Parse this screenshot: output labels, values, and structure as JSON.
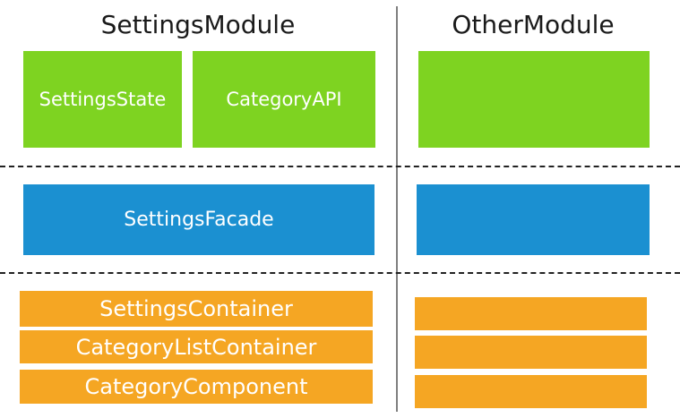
{
  "diagram": {
    "settings_module": {
      "title": "SettingsModule",
      "state_layer": [
        "SettingsState",
        "CategoryAPI"
      ],
      "facade_layer": "SettingsFacade",
      "component_layer": [
        "SettingsContainer",
        "CategoryListContainer",
        "CategoryComponent"
      ]
    },
    "other_module": {
      "title": "OtherModule"
    },
    "colors": {
      "state_layer": "#7ed321",
      "facade_layer": "#1b90d1",
      "component_layer": "#f5a623",
      "divider": "#7f7f7f",
      "dashed_separator": "#222222"
    }
  }
}
